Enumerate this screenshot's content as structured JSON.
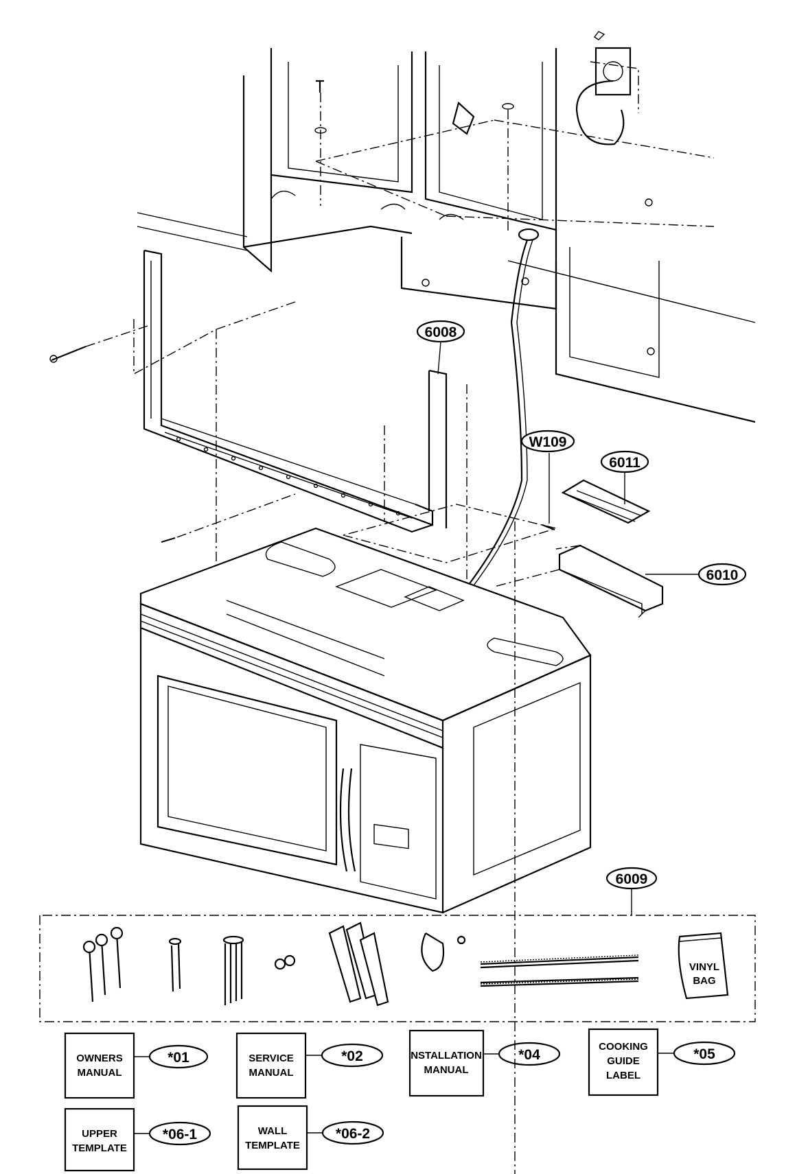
{
  "callouts": {
    "p6008": "6008",
    "w109": "W109",
    "p6011": "6011",
    "p6010": "6010",
    "p6009": "6009",
    "c01": "*01",
    "c02": "*02",
    "c04": "*04",
    "c05": "*05",
    "c061": "*06-1",
    "c062": "*06-2"
  },
  "boxes": {
    "owners": [
      "OWNERS",
      "MANUAL"
    ],
    "service": [
      "SERVICE",
      "MANUAL"
    ],
    "installation": [
      "NSTALLATION",
      "MANUAL"
    ],
    "cooking": [
      "COOKING",
      "GUIDE",
      "LABEL"
    ],
    "upper": [
      "UPPER",
      "TEMPLATE"
    ],
    "wall": [
      "WALL",
      "TEMPLATE"
    ]
  },
  "vinyl_bag": [
    "VINYL",
    "BAG"
  ],
  "colors": {
    "ink": "#000000",
    "paper": "#ffffff"
  }
}
